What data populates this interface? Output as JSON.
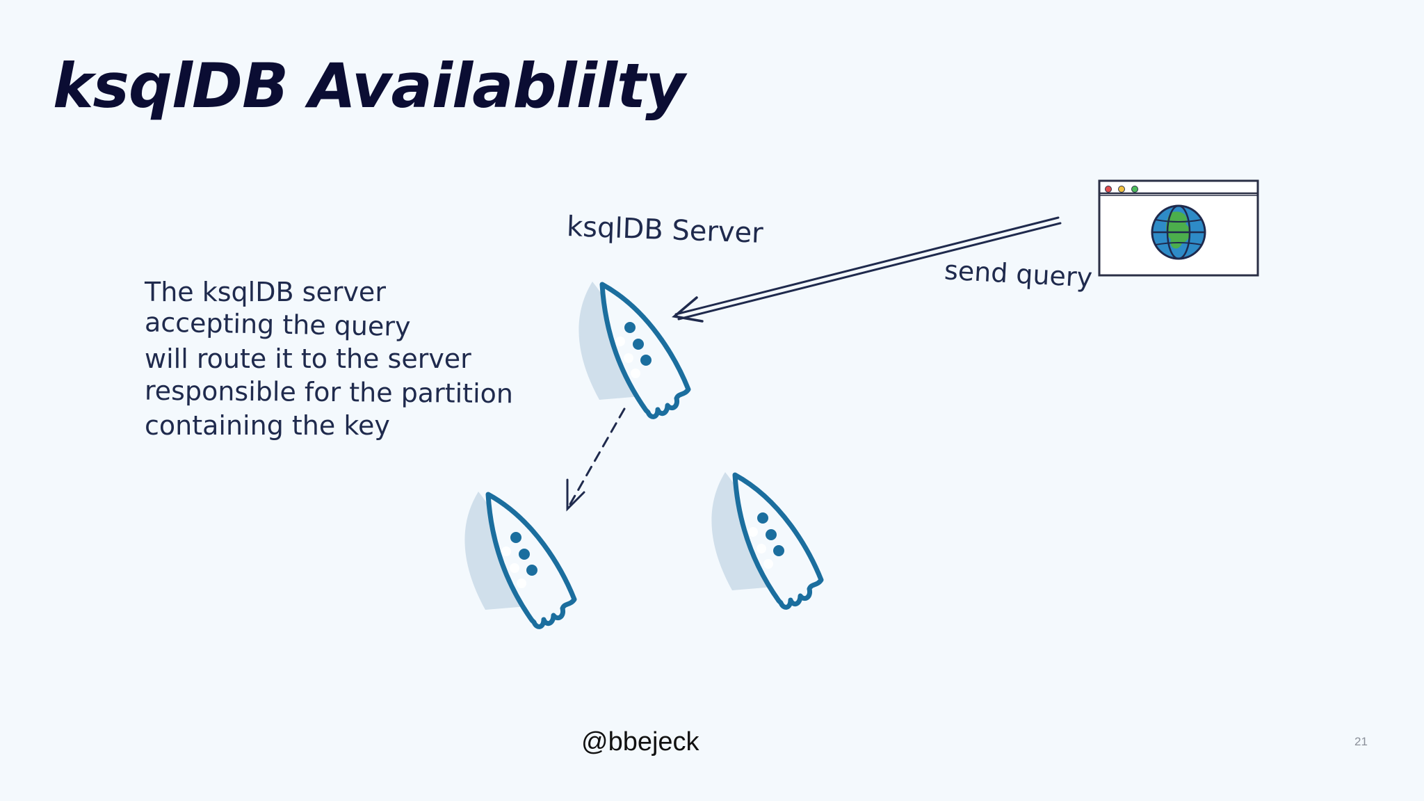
{
  "slide": {
    "title": "ksqlDB Availablilty",
    "server_label": "ksqlDB Server",
    "send_label": "send query",
    "description": [
      "The ksqlDB server",
      "accepting the query",
      "will route it to the server",
      "responsible for the partition",
      "containing the key"
    ],
    "handle": "@bbejeck",
    "page_number": "21"
  },
  "colors": {
    "title": "#0b0d33",
    "handwriting": "#1f2a4d",
    "rocket_stroke": "#1b6e9e",
    "rocket_shadow": "#c9dbe7",
    "background": "#f4f9fd"
  },
  "icons": {
    "rocket": "rocket-icon",
    "browser": "browser-window-icon",
    "globe": "globe-icon"
  }
}
